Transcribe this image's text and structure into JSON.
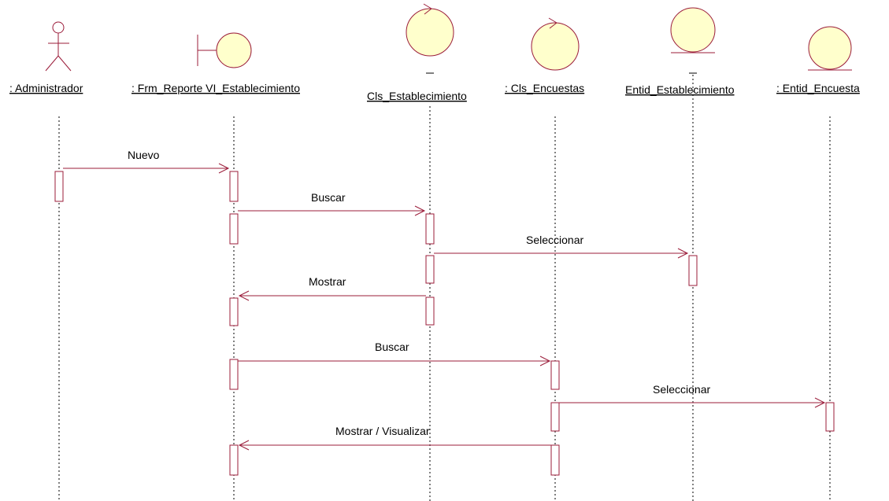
{
  "colors": {
    "line": "#9b1c3a",
    "fill": "#ffffcc",
    "text": "#000000",
    "lifeline": "#000000"
  },
  "participants": [
    {
      "id": "admin",
      "label": ": Administrador",
      "kind": "actor",
      "icon": "actor-icon"
    },
    {
      "id": "frm",
      "label": ": Frm_Reporte VI_Establecimiento",
      "kind": "boundary",
      "icon": "boundary-icon"
    },
    {
      "id": "cls_est",
      "label": "Cls_Establecimiento",
      "kind": "control",
      "icon": "control-icon"
    },
    {
      "id": "cls_enc",
      "label": ": Cls_Encuestas",
      "kind": "control",
      "icon": "control-icon"
    },
    {
      "id": "ent_est",
      "label": "Entid_Establecimiento",
      "kind": "entity",
      "icon": "entity-icon"
    },
    {
      "id": "ent_enc",
      "label": ": Entid_Encuesta",
      "kind": "entity",
      "icon": "entity-icon"
    }
  ],
  "messages": [
    {
      "from": "admin",
      "to": "frm",
      "label": "Nuevo"
    },
    {
      "from": "frm",
      "to": "cls_est",
      "label": "Buscar"
    },
    {
      "from": "cls_est",
      "to": "ent_est",
      "label": "Seleccionar"
    },
    {
      "from": "cls_est",
      "to": "frm",
      "label": "Mostrar"
    },
    {
      "from": "frm",
      "to": "cls_enc",
      "label": "Buscar"
    },
    {
      "from": "cls_enc",
      "to": "ent_enc",
      "label": "Seleccionar"
    },
    {
      "from": "cls_enc",
      "to": "frm",
      "label": "Mostrar / Visualizar"
    }
  ]
}
